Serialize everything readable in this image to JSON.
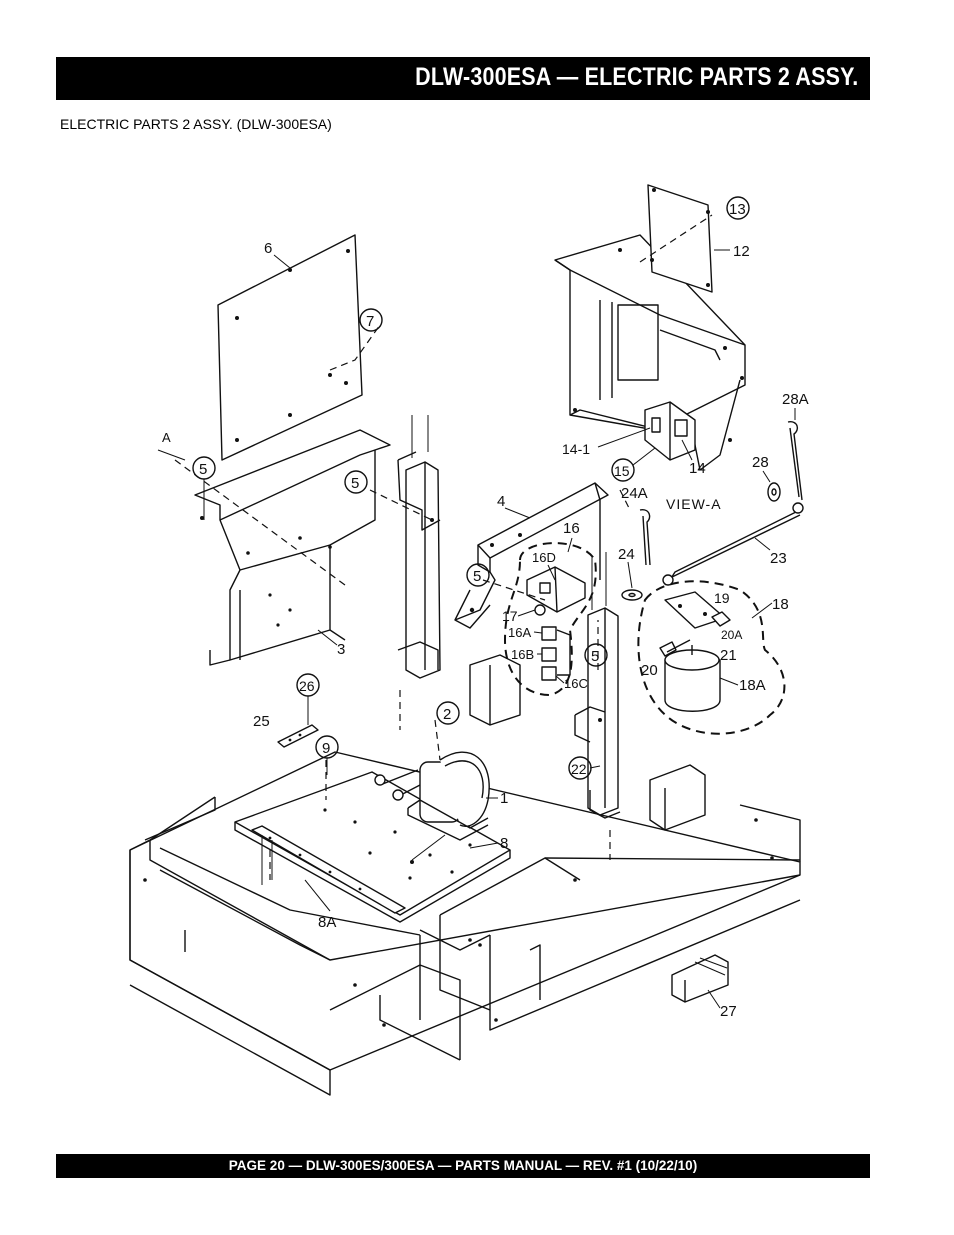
{
  "header": {
    "title": "DLW-300ESA — ELECTRIC PARTS 2 ASSY."
  },
  "subtitle": "ELECTRIC PARTS 2 ASSY. (DLW-300ESA)",
  "footer": {
    "text": "PAGE 20 — DLW-300ES/300ESA  —  PARTS MANUAL — REV. #1  (10/22/10)"
  },
  "callouts": {
    "c13": "13",
    "c12": "12",
    "c6": "6",
    "c7": "7",
    "cA": "A",
    "c5a": "5",
    "c5b": "5",
    "c4": "4",
    "c5c": "5",
    "c16": "16",
    "c16D": "16D",
    "c17": "17",
    "c16A": "16A",
    "c16B": "16B",
    "c16C": "16C",
    "c5d": "5",
    "c3": "3",
    "c28A": "28A",
    "c28": "28",
    "c14_1": "14-1",
    "c14": "14",
    "c15": "15",
    "c24A": "24A",
    "cView": "VIEW-A",
    "c23": "23",
    "c24": "24",
    "c19": "19",
    "c18": "18",
    "c20A": "20A",
    "c20": "20",
    "c21": "21",
    "c18A": "18A",
    "c26": "26",
    "c25": "25",
    "c9": "9",
    "c2": "2",
    "c22": "22",
    "c1": "1",
    "c8": "8",
    "c8A": "8A",
    "c27": "27"
  }
}
